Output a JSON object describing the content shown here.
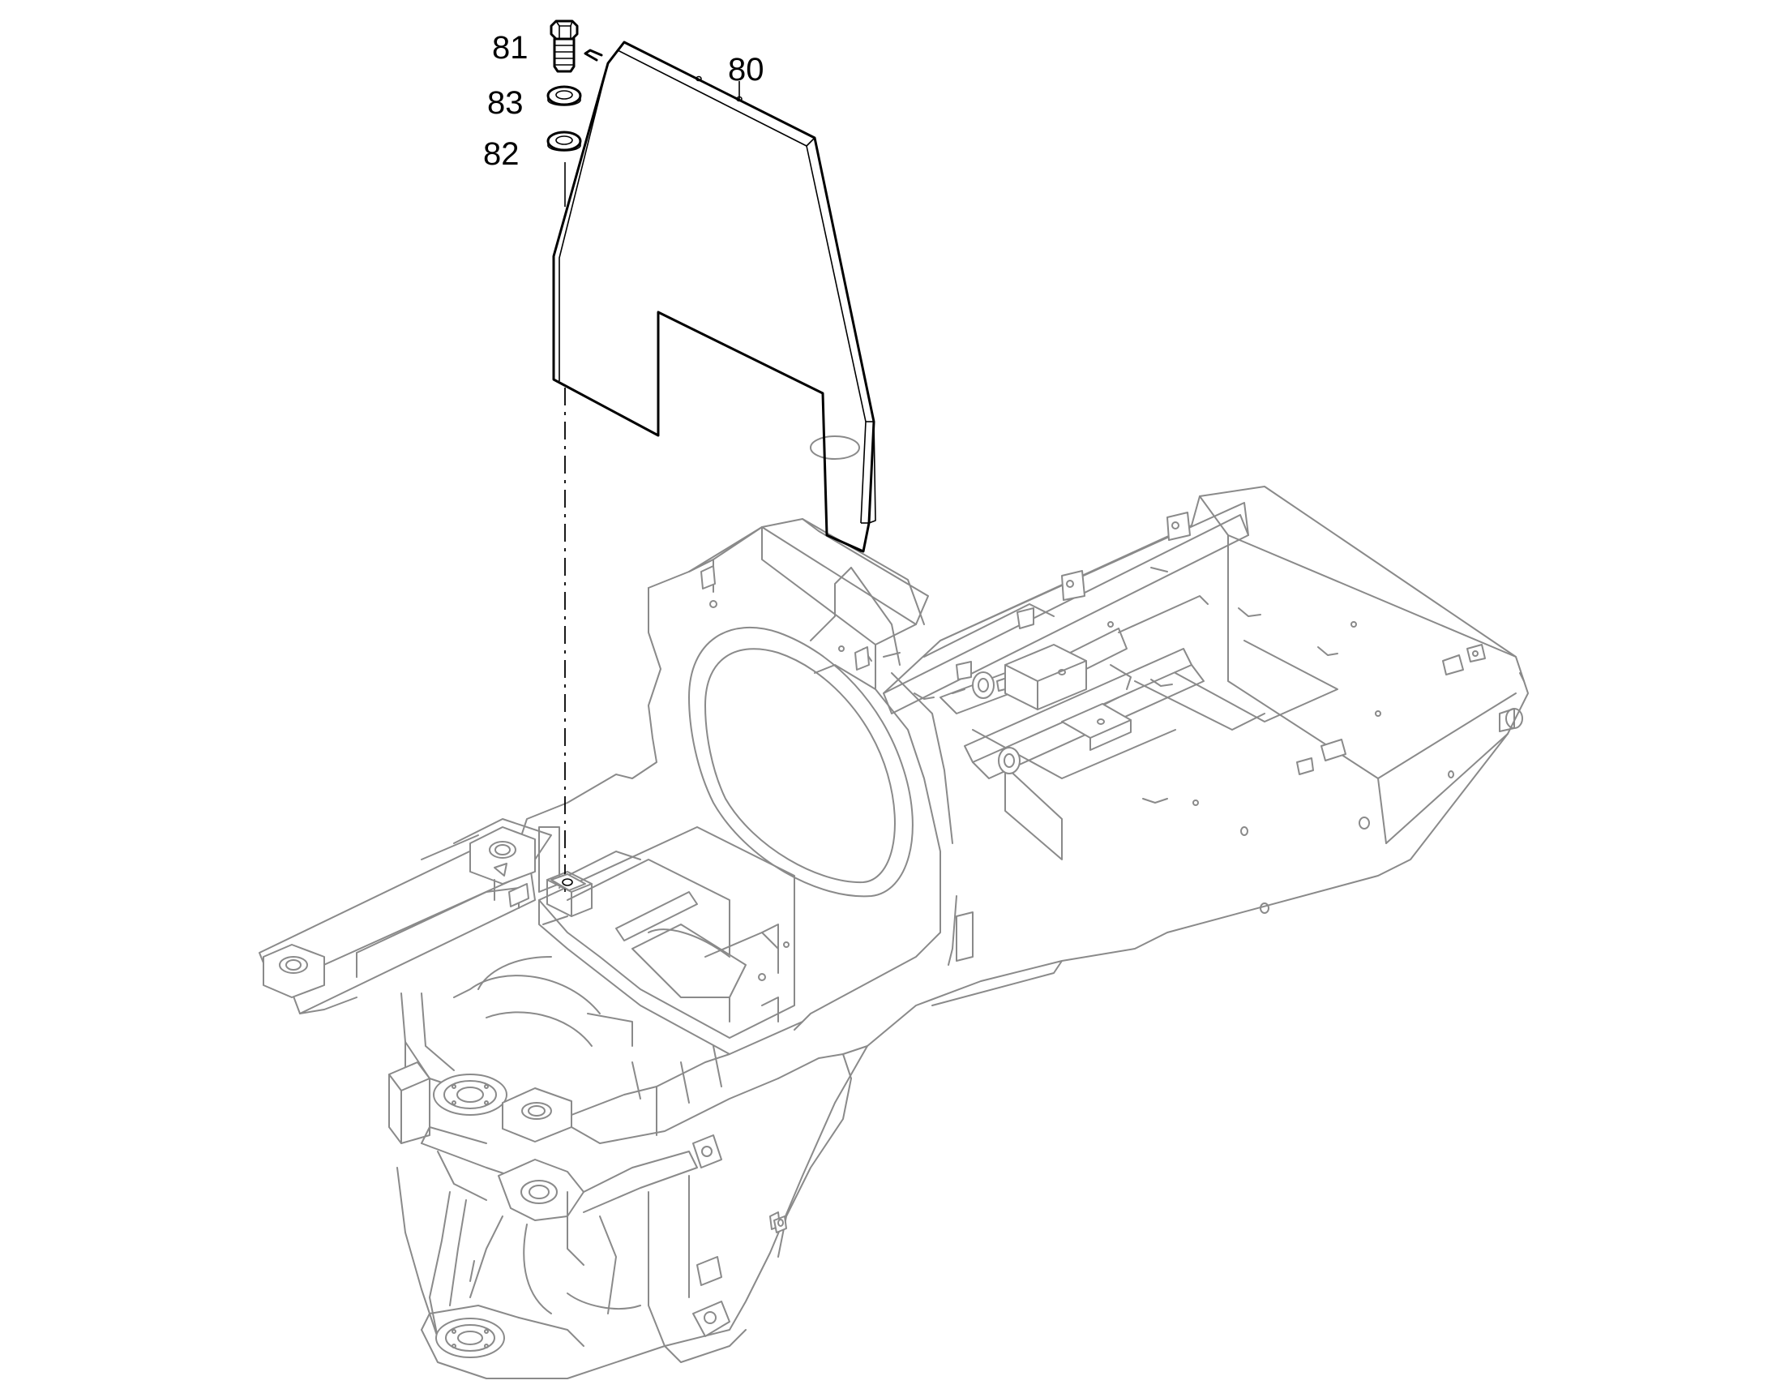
{
  "callouts": {
    "shield": "80",
    "bolt": "81",
    "washer_upper": "83",
    "washer_lower": "82"
  },
  "colors": {
    "part_line": "#000000",
    "frame_line": "#8a8a8a",
    "background": "#ffffff"
  }
}
